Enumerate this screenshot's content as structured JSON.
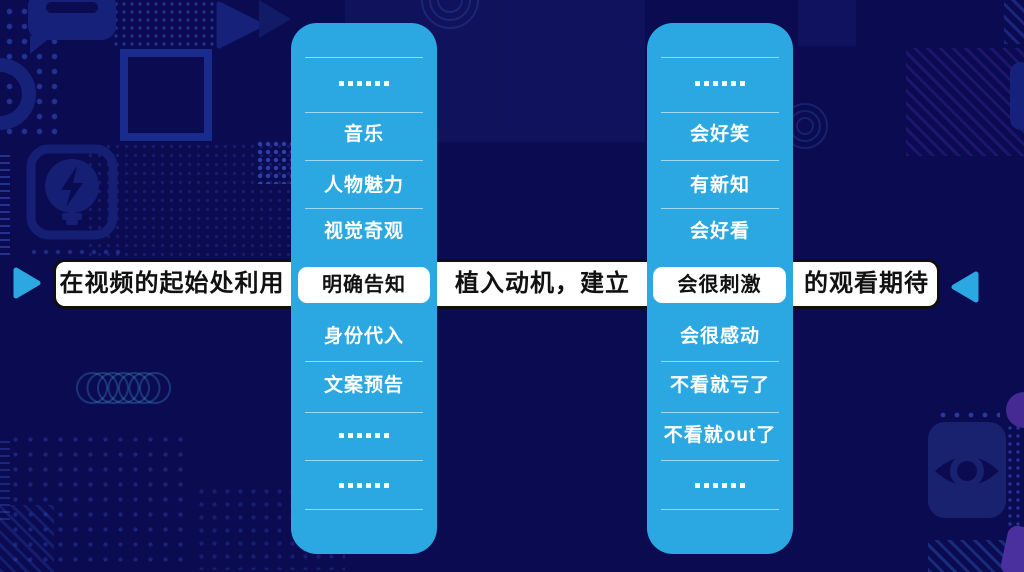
{
  "slide": {
    "banner": {
      "text_left": "在视频的起始处利用",
      "text_middle": "植入动机，建立",
      "text_right": "的观看期待",
      "left_highlight": "明确告知",
      "right_highlight": "会很刺激"
    },
    "left_column": {
      "items_above": [
        {
          "label": "……",
          "ellipsis": true
        },
        {
          "label": "音乐"
        },
        {
          "label": "人物魅力"
        },
        {
          "label": "视觉奇观"
        }
      ],
      "items_below": [
        {
          "label": "身份代入"
        },
        {
          "label": "文案预告"
        },
        {
          "label": "……",
          "ellipsis": true
        },
        {
          "label": "……",
          "ellipsis": true
        }
      ]
    },
    "right_column": {
      "items_above": [
        {
          "label": "……",
          "ellipsis": true
        },
        {
          "label": "会好笑"
        },
        {
          "label": "有新知"
        },
        {
          "label": "会好看"
        }
      ],
      "items_below": [
        {
          "label": "会很感动"
        },
        {
          "label": "不看就亏了"
        },
        {
          "label": "不看就out了"
        },
        {
          "label": "……",
          "ellipsis": true
        }
      ]
    },
    "icons": [
      "speech-bubble-icon",
      "lightbulb-icon",
      "eye-icon",
      "play-triangle-left-icon",
      "play-triangle-right-icon"
    ],
    "colors": {
      "background": "#0b0b52",
      "column": "#2ba8e2",
      "banner_background": "#ffffff",
      "banner_border": "#101010",
      "banner_text": "#111111",
      "item_text": "#ffffff",
      "arrow": "#2ba8e2",
      "decor_blue": "#16217a",
      "decor_purple": "#4a2f9e"
    }
  }
}
